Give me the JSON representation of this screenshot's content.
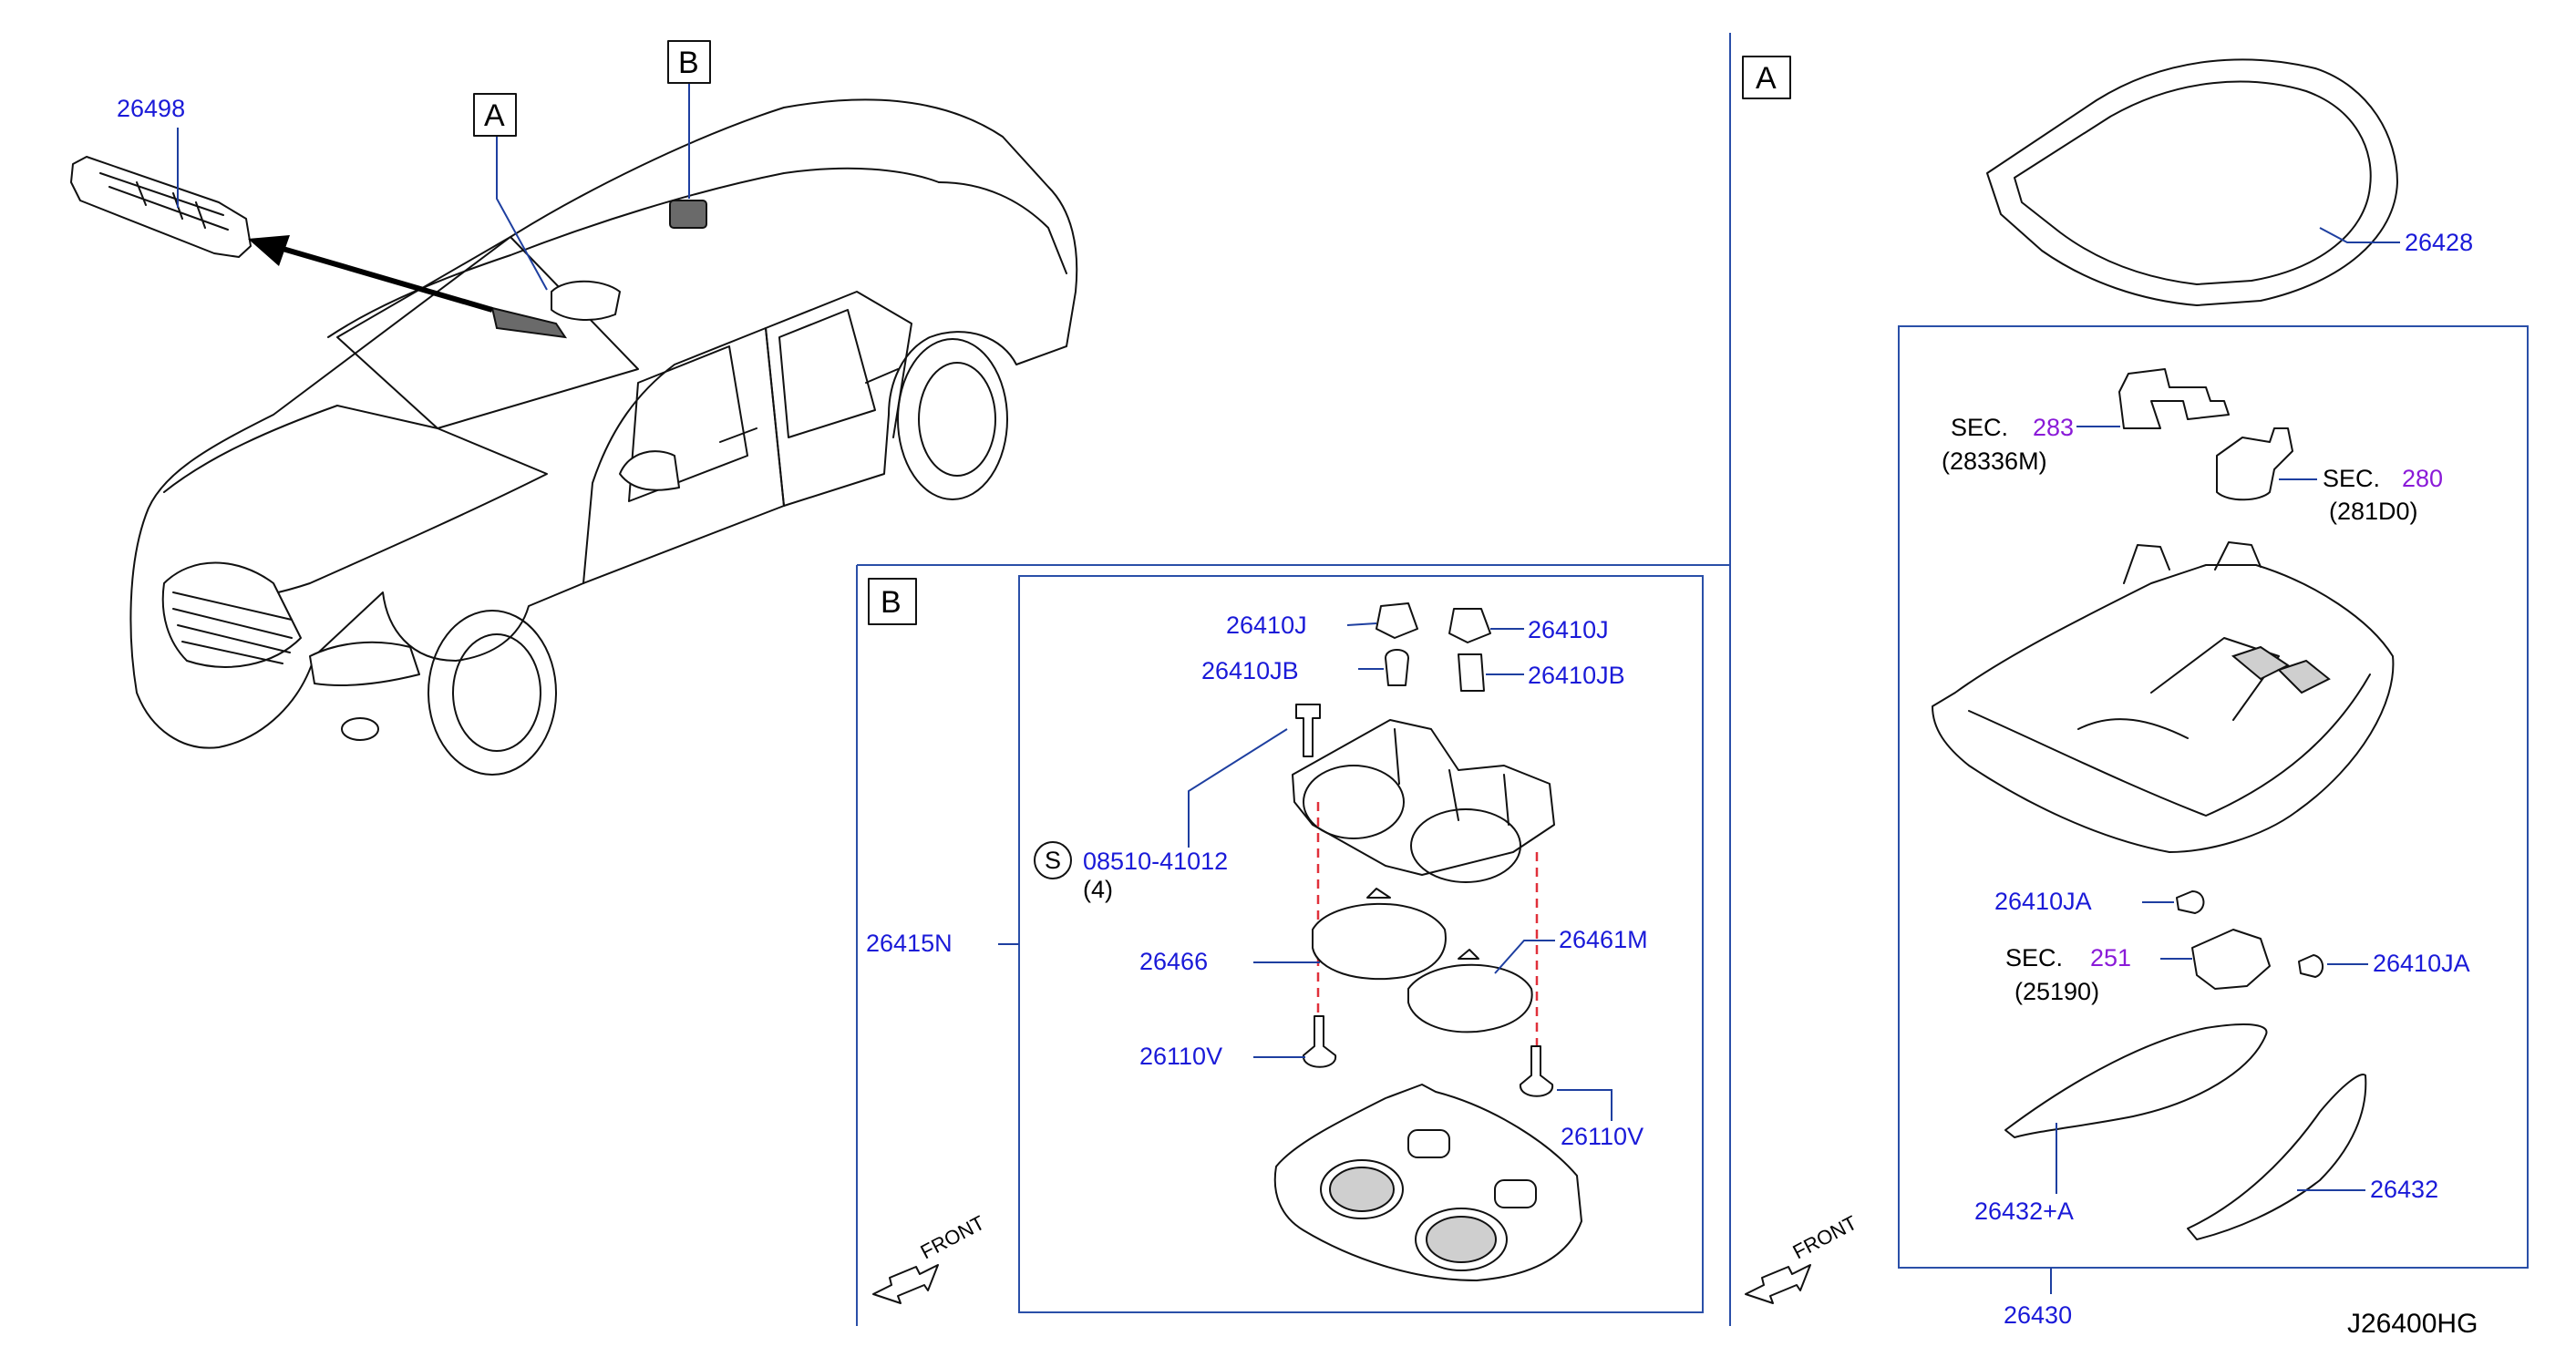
{
  "diagram": {
    "code": "J26400HG",
    "overview": {
      "part_26498": "26498",
      "callout_a": "A",
      "callout_b": "B"
    },
    "section_b": {
      "tag": "B",
      "assembly": "26415N",
      "parts": {
        "p26410J_left": "26410J",
        "p26410J_right": "26410J",
        "p26410JB_left": "26410JB",
        "p26410JB_right": "26410JB",
        "screw_s": "S",
        "screw_code": "08510-41012",
        "screw_qty": "(4)",
        "p26466": "26466",
        "p26461M": "26461M",
        "p26110V_left": "26110V",
        "p26110V_right": "26110V"
      },
      "front": "FRONT"
    },
    "section_a": {
      "tag": "A",
      "p26428": "26428",
      "sec283_prefix": "SEC.",
      "sec283_num": "283",
      "sec283_ref": "(28336M)",
      "sec280_prefix": "SEC.",
      "sec280_num": "280",
      "sec280_ref": "(281D0)",
      "p26410JA_top": "26410JA",
      "sec251_prefix": "SEC.",
      "sec251_num": "251",
      "sec251_ref": "(25190)",
      "p26410JA_right": "26410JA",
      "p26432A": "26432+A",
      "p26432": "26432",
      "assembly": "26430",
      "front": "FRONT"
    }
  }
}
